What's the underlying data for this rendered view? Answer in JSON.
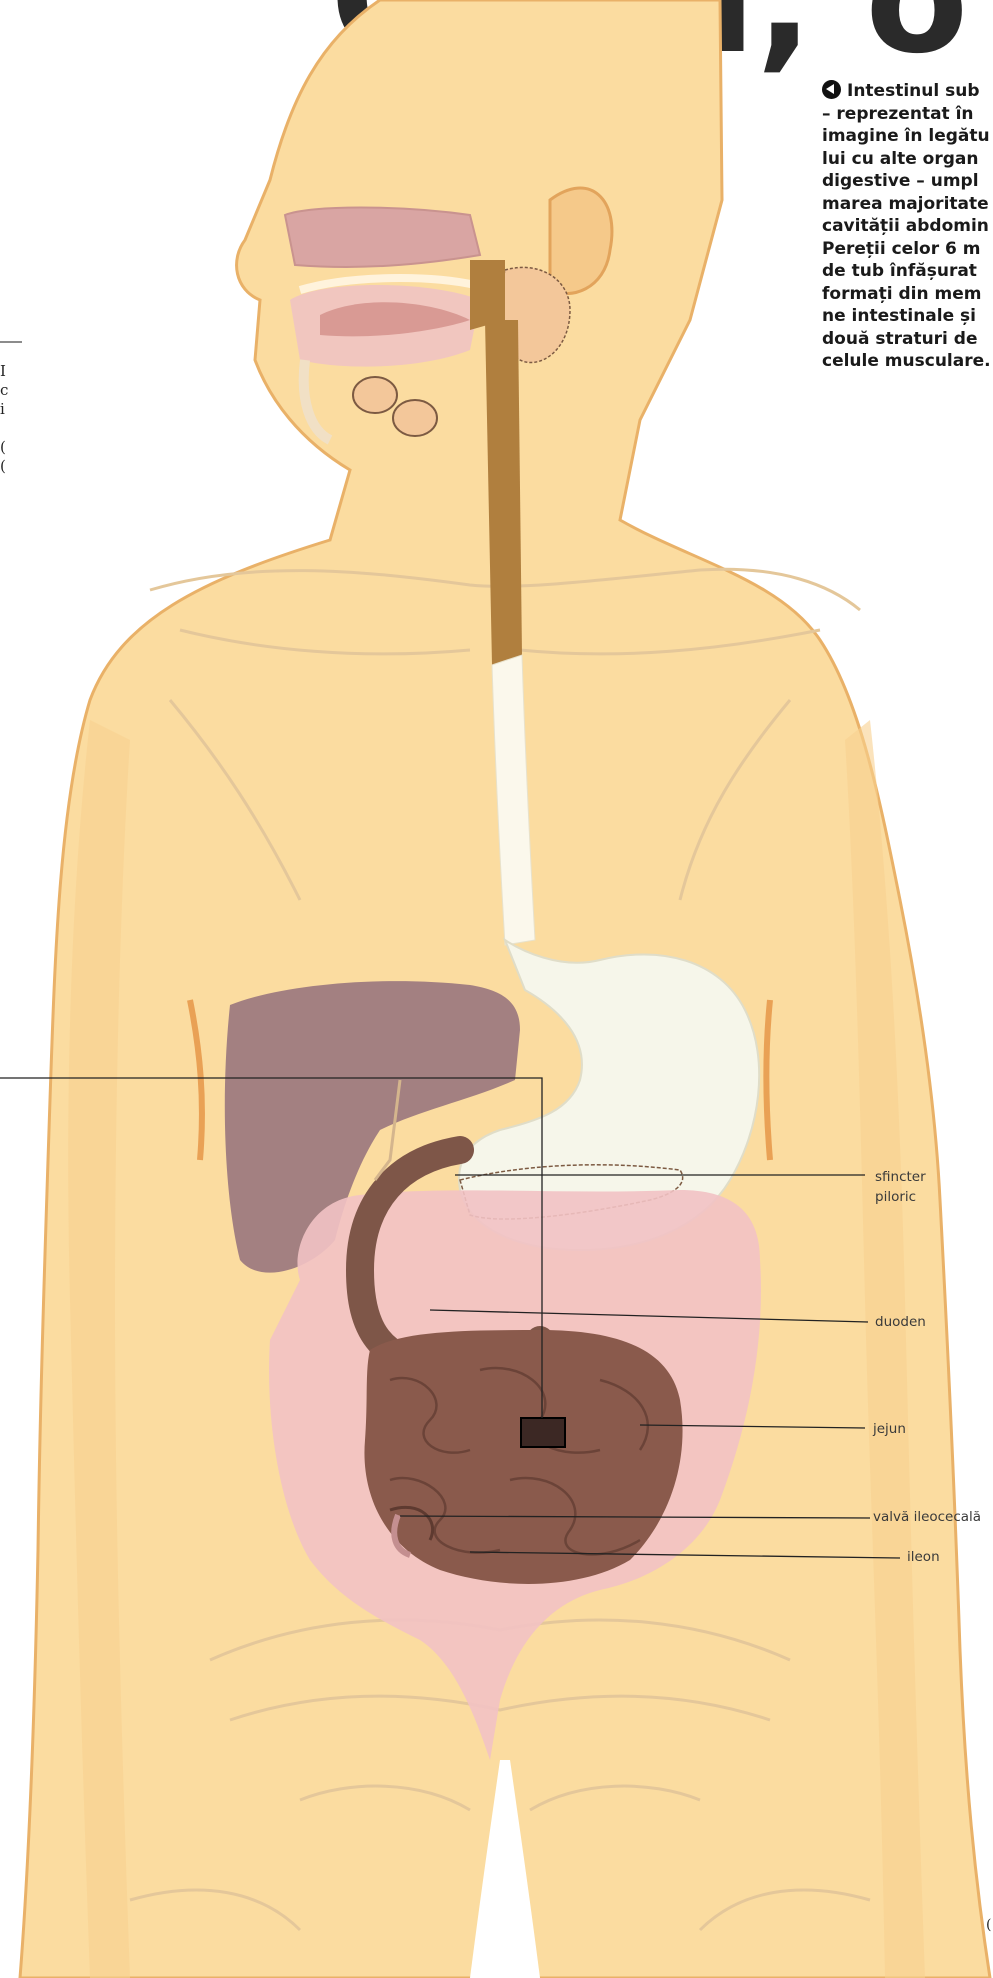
{
  "header": {
    "title_fragment": "Ochii, o"
  },
  "caption": {
    "lines": [
      "Intestinul sub",
      "– reprezentat în",
      "imagine în legătu",
      "lui cu alte organ",
      "digestive – umpl",
      "marea majoritate",
      "cavității abdomin",
      "Pereții celor 6 m",
      "de tub înfășurat",
      "formați din mem",
      "ne intestinale și",
      "două straturi de",
      "celule musculare."
    ]
  },
  "left_fragment": [
    "I",
    "c",
    "i",
    "",
    "(",
    "("
  ],
  "labels": {
    "sfincter": "sfincter",
    "piloric": "piloric",
    "duoden": "duoden",
    "jejun": "jejun",
    "valva": "valvă ileocecală",
    "ileon": "ileon"
  },
  "page_number": "(",
  "colors": {
    "skin": "#fbdca0",
    "skin_outline": "#e9b168",
    "liver": "#9e7a80",
    "stomach": "#f6f6ea",
    "esophagus": "#b07f3e",
    "intestine": "#8a5a4c",
    "colon": "#f2c2c4",
    "bones": "#e4c79a"
  }
}
